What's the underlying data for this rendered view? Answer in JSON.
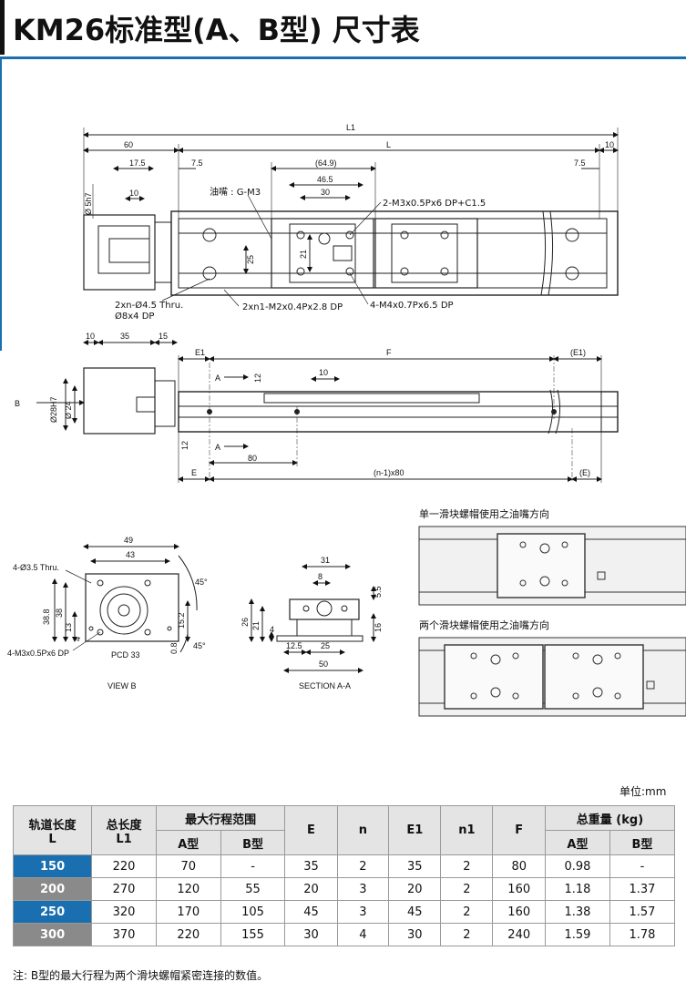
{
  "title": "KM26标准型(A、B型) 尺寸表",
  "drawing": {
    "top_view": {
      "dims": [
        "L1",
        "60",
        "L",
        "10",
        "17.5",
        "7.5",
        "(64.9)",
        "7.5",
        "46.5",
        "30",
        "10",
        "Ø 5h7",
        "25",
        "21"
      ],
      "callouts": [
        "油嘴 : G-M3",
        "2-M3x0.5Px6 DP+C1.5",
        "2xn-Ø4.5 Thru.",
        "Ø8x4 DP",
        "2xn1-M2x0.4Px2.8 DP",
        "4-M4x0.7Px6.5 DP"
      ]
    },
    "side_view": {
      "dims": [
        "10",
        "35",
        "15",
        "E1",
        "F",
        "(E1)",
        "A",
        "12",
        "10",
        "B",
        "Ø28H7",
        "Ø 24",
        "12",
        "A",
        "80",
        "E",
        "(n-1)x80",
        "(E)"
      ]
    },
    "view_b": {
      "dims": [
        "49",
        "43",
        "4-Ø3.5 Thru.",
        "45°",
        "38.8",
        "38",
        "13",
        "4",
        "15.2",
        "0.8",
        "45°",
        "4-M3x0.5Px6 DP",
        "PCD 33"
      ],
      "caption": "VIEW B"
    },
    "section_aa": {
      "dims": [
        "31",
        "8",
        "5.5",
        "26",
        "21",
        "4",
        "16",
        "12.5",
        "25",
        "50"
      ],
      "caption": "SECTION A-A"
    },
    "single_block_caption": "单一滑块螺帽使用之油嘴方向",
    "double_block_caption": "两个滑块螺帽使用之油嘴方向"
  },
  "unit_label": "单位:mm",
  "table": {
    "headers": {
      "rail_length": "轨道长度",
      "rail_length_sym": "L",
      "total_length": "总长度",
      "total_length_sym": "L1",
      "max_stroke": "最大行程范围",
      "type_a": "A型",
      "type_b": "B型",
      "E": "E",
      "n": "n",
      "E1": "E1",
      "n1": "n1",
      "F": "F",
      "weight": "总重量 (kg)",
      "w_type_a": "A型",
      "w_type_b": "B型"
    },
    "rows": [
      {
        "L": "150",
        "L1": "220",
        "strokeA": "70",
        "strokeB": "-",
        "E": "35",
        "n": "2",
        "E1": "35",
        "n1": "2",
        "F": "80",
        "wA": "0.98",
        "wB": "-"
      },
      {
        "L": "200",
        "L1": "270",
        "strokeA": "120",
        "strokeB": "55",
        "E": "20",
        "n": "3",
        "E1": "20",
        "n1": "2",
        "F": "160",
        "wA": "1.18",
        "wB": "1.37"
      },
      {
        "L": "250",
        "L1": "320",
        "strokeA": "170",
        "strokeB": "105",
        "E": "45",
        "n": "3",
        "E1": "45",
        "n1": "2",
        "F": "160",
        "wA": "1.38",
        "wB": "1.57"
      },
      {
        "L": "300",
        "L1": "370",
        "strokeA": "220",
        "strokeB": "155",
        "E": "30",
        "n": "4",
        "E1": "30",
        "n1": "2",
        "F": "240",
        "wA": "1.59",
        "wB": "1.78"
      }
    ]
  },
  "note": "注: B型的最大行程为两个滑块螺帽紧密连接的数值。",
  "colors": {
    "accent": "#1a6fb0",
    "row_alt": "#8a8a8a",
    "header_bg": "#e4e4e4"
  }
}
